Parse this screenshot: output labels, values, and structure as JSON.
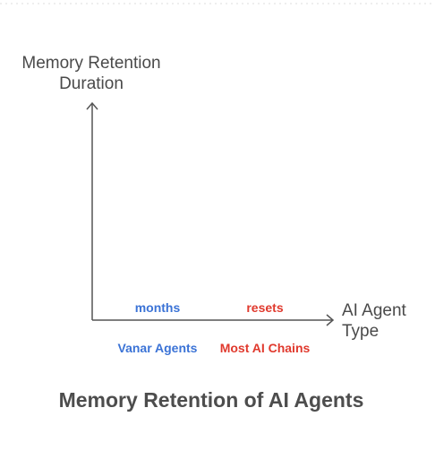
{
  "chart_data": {
    "type": "bar",
    "title": "Memory Retention of AI Agents",
    "ylabel": "Memory Retention Duration",
    "xlabel": "AI Agent Type",
    "categories": [
      "Vanar Agents",
      "Most AI Chains"
    ],
    "values": [
      "months",
      "resets"
    ],
    "colors": [
      "#3b73d6",
      "#e0392d"
    ],
    "grid": false,
    "legend": "none"
  },
  "colors": {
    "axis": "#555555",
    "top_border": "#dddddd"
  }
}
